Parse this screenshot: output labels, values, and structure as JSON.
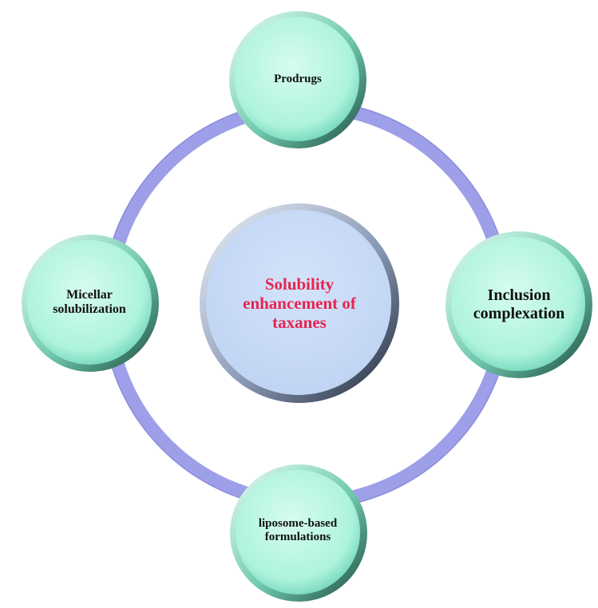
{
  "diagram": {
    "center": {
      "label_lines": [
        "Solubility",
        "enhancement of",
        "taxanes"
      ],
      "text_color": "#e8244f",
      "fill": "#c9dcf7"
    },
    "nodes": [
      {
        "id": "top",
        "label_lines": [
          "Prodrugs"
        ]
      },
      {
        "id": "right",
        "label_lines": [
          "Inclusion",
          "complexation"
        ]
      },
      {
        "id": "bottom",
        "label_lines": [
          "liposome-based",
          "formulations"
        ]
      },
      {
        "id": "left",
        "label_lines": [
          "Micellar",
          "solubilization"
        ]
      }
    ],
    "ring_color": "#9d9fe8",
    "node_fill": "#b8f5e3"
  }
}
